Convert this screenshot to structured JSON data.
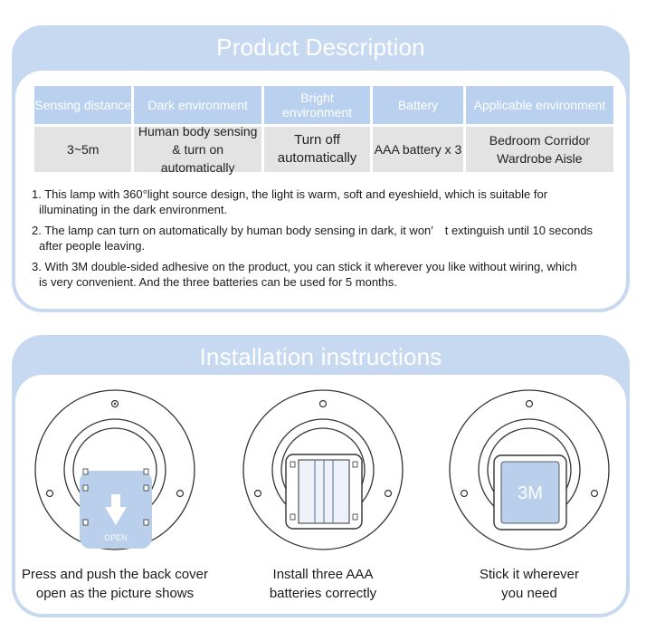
{
  "section1": {
    "title": "Product Description",
    "table": {
      "headers": [
        "Sensing distance",
        "Dark environment",
        "Bright environment",
        "Battery",
        "Applicable environment"
      ],
      "row": [
        [
          "3~5m"
        ],
        [
          "Human body sensing",
          "& turn on automatically"
        ],
        [
          "Turn off",
          "automatically"
        ],
        [
          "AAA battery x 3"
        ],
        [
          "Bedroom Corridor",
          "Wardrobe Aisle"
        ]
      ]
    },
    "notes": [
      {
        "line1": "1. This lamp with 360°light source design, the light is warm, soft and eyeshield, which is suitable for",
        "line2": "illuminating in the dark environment."
      },
      {
        "line1": "2. The lamp can turn on automatically by human body sensing in dark, it won′ t extinguish until 10 seconds",
        "line2": "after people leaving."
      },
      {
        "line1": "3. With 3M double-sided adhesive on the product, you can stick it wherever you like without wiring, which",
        "line2": "is very convenient. And the three batteries can be used for 5 months."
      }
    ]
  },
  "section2": {
    "title": "Installation instructions",
    "steps": [
      {
        "line1": "Press and push the back cover",
        "line2": "open as the picture shows",
        "badge": "OPEN",
        "icon": "down-arrow-icon"
      },
      {
        "line1": "Install three AAA",
        "line2": "batteries correctly"
      },
      {
        "line1": "Stick it wherever",
        "line2": "you need",
        "badge": "3M"
      }
    ]
  },
  "colors": {
    "panel": "#c7d9f0",
    "header_cell": "#b9d1ee",
    "data_cell": "#e3e3e3",
    "cover": "#b9cfec"
  }
}
